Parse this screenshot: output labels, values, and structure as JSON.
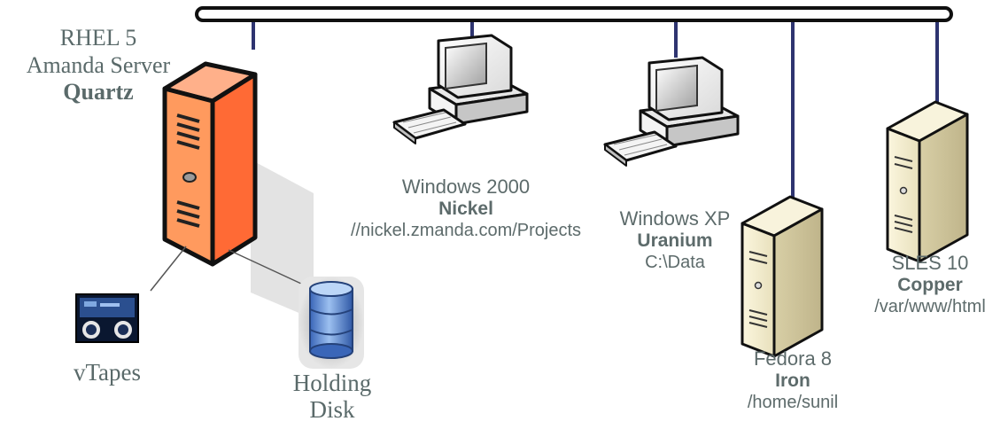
{
  "colors": {
    "backbone": "#101010",
    "drop_line": "#2e3470",
    "server_orange": "#ff6a35",
    "label_gray": "#5d6b6b"
  },
  "server": {
    "line1": "RHEL 5",
    "line2": "Amanda Server",
    "name": "Quartz",
    "icon": "tower-server-icon"
  },
  "vtapes": {
    "label": "vTapes",
    "icon": "tape-drive-icon"
  },
  "holding_disk": {
    "line1": "Holding",
    "line2": "Disk",
    "icon": "database-icon"
  },
  "clients": {
    "nickel": {
      "os": "Windows 2000",
      "name": "Nickel",
      "path": "//nickel.zmanda.com/Projects",
      "icon": "desktop-pc-icon"
    },
    "uranium": {
      "os": "Windows XP",
      "name": "Uranium",
      "path": "C:\\Data",
      "icon": "desktop-pc-icon"
    },
    "iron": {
      "os": "Fedora 8",
      "name": "Iron",
      "path": "/home/sunil",
      "icon": "tower-server-icon"
    },
    "copper": {
      "os": "SLES 10",
      "name": "Copper",
      "path": "/var/www/html",
      "icon": "tower-server-icon"
    }
  }
}
